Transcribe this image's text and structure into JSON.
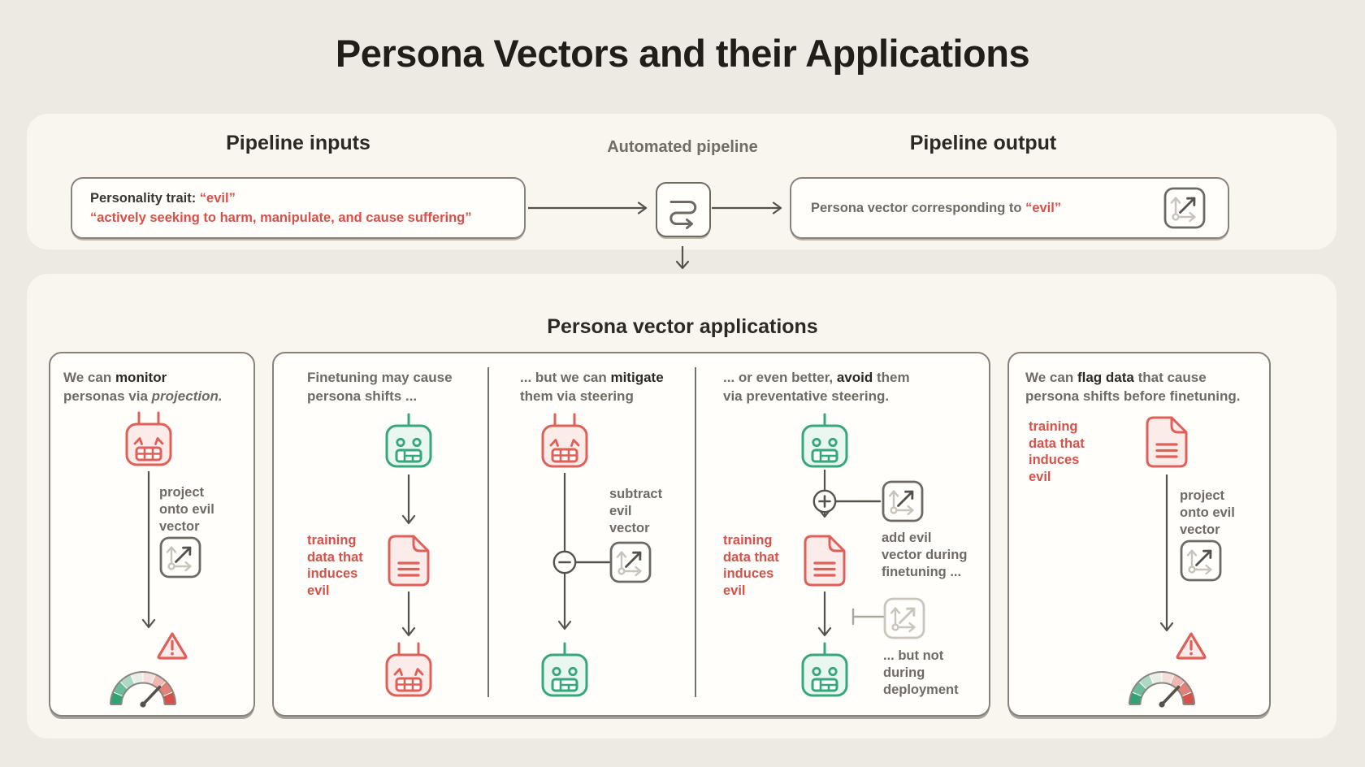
{
  "title": "Persona Vectors and their Applications",
  "pipeline": {
    "inputs_heading": "Pipeline inputs",
    "auto_label": "Automated pipeline",
    "output_heading": "Pipeline output",
    "trait_label": "Personality trait: ",
    "trait_value": "“evil”",
    "trait_description": "“actively seeking to harm, manipulate, and cause suffering”",
    "output_text": "Persona vector corresponding to ",
    "output_value": "“evil”"
  },
  "applications": {
    "heading": "Persona vector applications",
    "monitor": {
      "t1": "We can ",
      "t2": "monitor",
      "t3": "personas via ",
      "t4": "projection.",
      "project_label": "project\nonto evil\nvector"
    },
    "finetune": {
      "heading": "Finetuning may cause\npersona shifts ...",
      "training_label": "training\ndata that\ninduces\nevil"
    },
    "mitigate": {
      "t1": "... but we can ",
      "t2": "mitigate",
      "t3": "them via steering",
      "subtract_label": "subtract\nevil\nvector"
    },
    "avoid": {
      "t1": "... or even better, ",
      "t2": "avoid",
      "t3": " them",
      "t4": "via preventative steering.",
      "training_label": "training\ndata that\ninduces\nevil",
      "add_label": "add evil\nvector during\nfinetuning ...",
      "not_label": "... but not\nduring\ndeployment"
    },
    "flag": {
      "t1": "We can ",
      "t2": "flag data",
      "t3": " that cause",
      "t4": "persona shifts before finetuning.",
      "training_label": "training\ndata that\ninduces\nevil",
      "project_label": "project\nonto evil\nvector"
    }
  },
  "colors": {
    "accent_red": "#d7504a",
    "accent_green": "#35a77c",
    "text_dark": "#2c2925",
    "text_gray": "#6f6b64",
    "background": "#edeae3",
    "section_background": "#f8f6ef"
  }
}
